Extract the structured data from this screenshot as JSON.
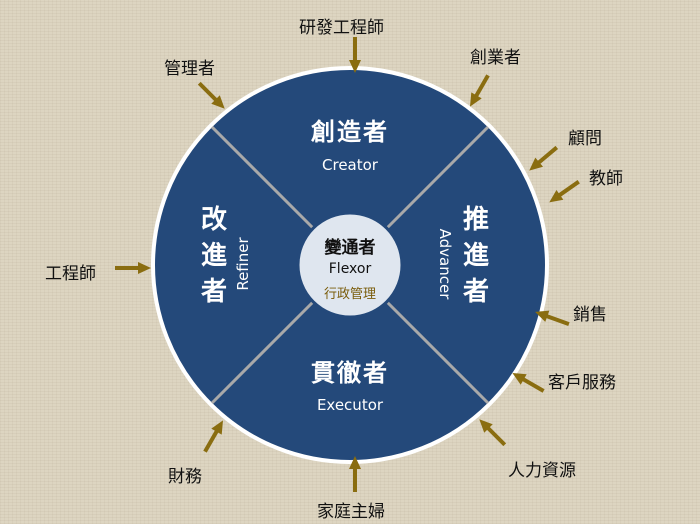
{
  "center": {
    "title": "變通者",
    "english": "Flexor",
    "role": "行政管理"
  },
  "quadrants": {
    "top": {
      "title": "創造者",
      "english": "Creator"
    },
    "right": {
      "title": "推進者",
      "english": "Advancer"
    },
    "bottom": {
      "title": "貫徹者",
      "english": "Executor"
    },
    "left": {
      "title": "改進者",
      "english": "Refiner"
    }
  },
  "roles": [
    "研發工程師",
    "管理者",
    "創業者",
    "顧問",
    "教師",
    "工程師",
    "銷售",
    "客戶服務",
    "財務",
    "人力資源",
    "家庭主婦"
  ],
  "colors": {
    "disk": "#24497a",
    "ring": "#ffffff",
    "divider": "#a9a9a9",
    "center_fill": "#dfe6ef",
    "center_border": "#24497a",
    "arrow": "#8a6d10",
    "role_accent": "#7a5c0a"
  }
}
